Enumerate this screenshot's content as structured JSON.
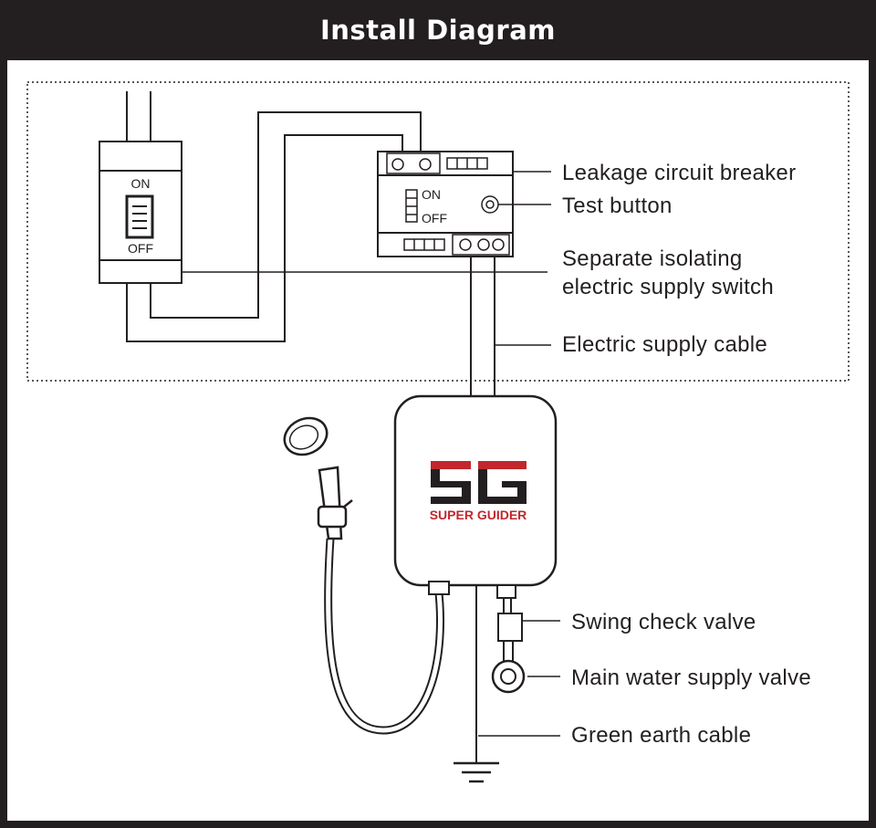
{
  "header": {
    "title": "Install Diagram"
  },
  "breaker": {
    "on_label": "ON",
    "off_label": "OFF"
  },
  "leakage_breaker": {
    "on_label": "ON",
    "off_label": "OFF"
  },
  "brand": {
    "logo_text": "SG",
    "name": "SUPER GUIDER",
    "logo_red": "#c1272d",
    "logo_dark": "#231f20"
  },
  "labels": {
    "leakage_circuit_breaker": "Leakage circuit breaker",
    "test_button": "Test button",
    "isolating_switch_line1": "Separate isolating",
    "isolating_switch_line2": "electric supply switch",
    "electric_supply_cable": "Electric supply cable",
    "swing_check_valve": "Swing check valve",
    "main_water_supply_valve": "Main water supply valve",
    "green_earth_cable": "Green earth cable"
  }
}
